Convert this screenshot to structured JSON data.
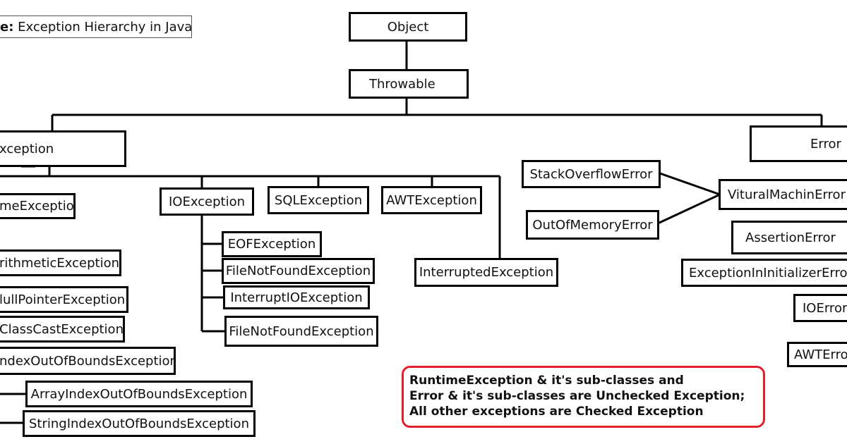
{
  "caption": {
    "prefix": "e:",
    "text": "Exception Hierarchy in Java"
  },
  "nodes": {
    "object": "Object",
    "throwable": "Throwable",
    "exception": "xception",
    "error": "Error",
    "runtime_exception": "meException",
    "io_exception": "IOException",
    "sql_exception": "SQLException",
    "awt_exception": "AWTException",
    "interrupted_exception": "InterruptedException",
    "arithmetic_exception": "rithmeticException",
    "null_pointer_exception": "lullPointerException",
    "class_cast_exception": "ClassCastException",
    "index_out_of_bounds_exception": "ndexOutOfBoundsException",
    "array_index_out_of_bounds_exception": "ArrayIndexOutOfBoundsException",
    "string_index_out_of_bounds_exception": "StringIndexOutOfBoundsException",
    "eof_exception": "EOFException",
    "file_not_found_exception_1": "FileNotFoundException",
    "interrupt_io_exception": "InterruptIOException",
    "file_not_found_exception_2": "FileNotFoundException",
    "stack_overflow_error": "StackOverflowError",
    "out_of_memory_error": "OutOfMemoryError",
    "virtual_machine_error": "VituralMachinError",
    "assertion_error": "AssertionError",
    "exception_in_initializer_error": "ExceptionInInitializerErro",
    "io_error": "IOError",
    "awt_error": "AWTErro"
  },
  "note": {
    "line1": "RuntimeException & it's sub-classes and",
    "line2": "Error & it's sub-classes are Unchecked Exception;",
    "line3": "All other exceptions are Checked Exception",
    "border_color": "#e0202a"
  }
}
